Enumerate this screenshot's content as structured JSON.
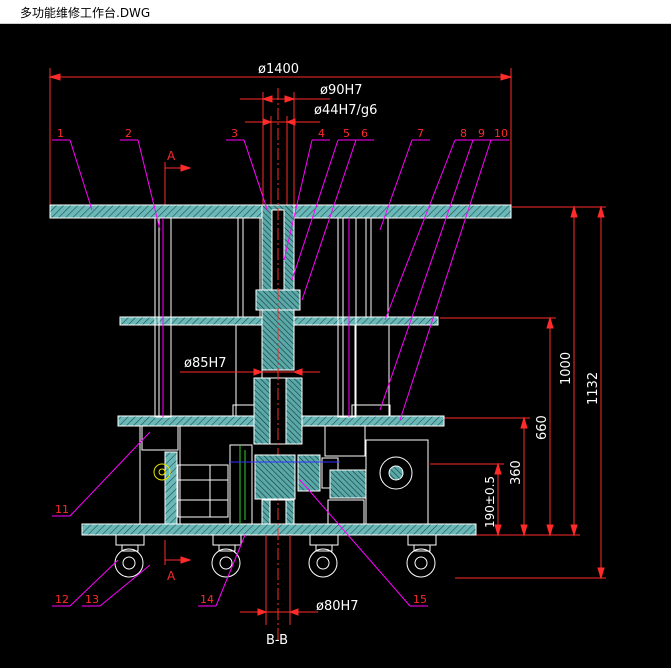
{
  "window": {
    "title": "多功能维修工作台.DWG"
  },
  "drawing": {
    "dims": {
      "overall_width": "ø1400",
      "bore_top": "ø90H7",
      "shaft_fit": "ø44H7/g6",
      "mid_bore": "ø85H7",
      "bottom_bore": "ø80H7",
      "h_total": "1132",
      "h_1000": "1000",
      "h_660": "660",
      "h_360": "360",
      "h_190": "190±0.5"
    },
    "section_label": "B-B",
    "section_arrow": "A",
    "part_numbers": [
      "1",
      "2",
      "3",
      "4",
      "5",
      "6",
      "7",
      "8",
      "9",
      "10",
      "11",
      "12",
      "13",
      "14",
      "15"
    ],
    "colors": {
      "red": "#ff2a2a",
      "magenta": "#ff00ff",
      "cyan": "#86d4d4",
      "white": "#ffffff",
      "yellow": "#e8e800",
      "green": "#2fd02f",
      "blue": "#3030ff"
    }
  }
}
